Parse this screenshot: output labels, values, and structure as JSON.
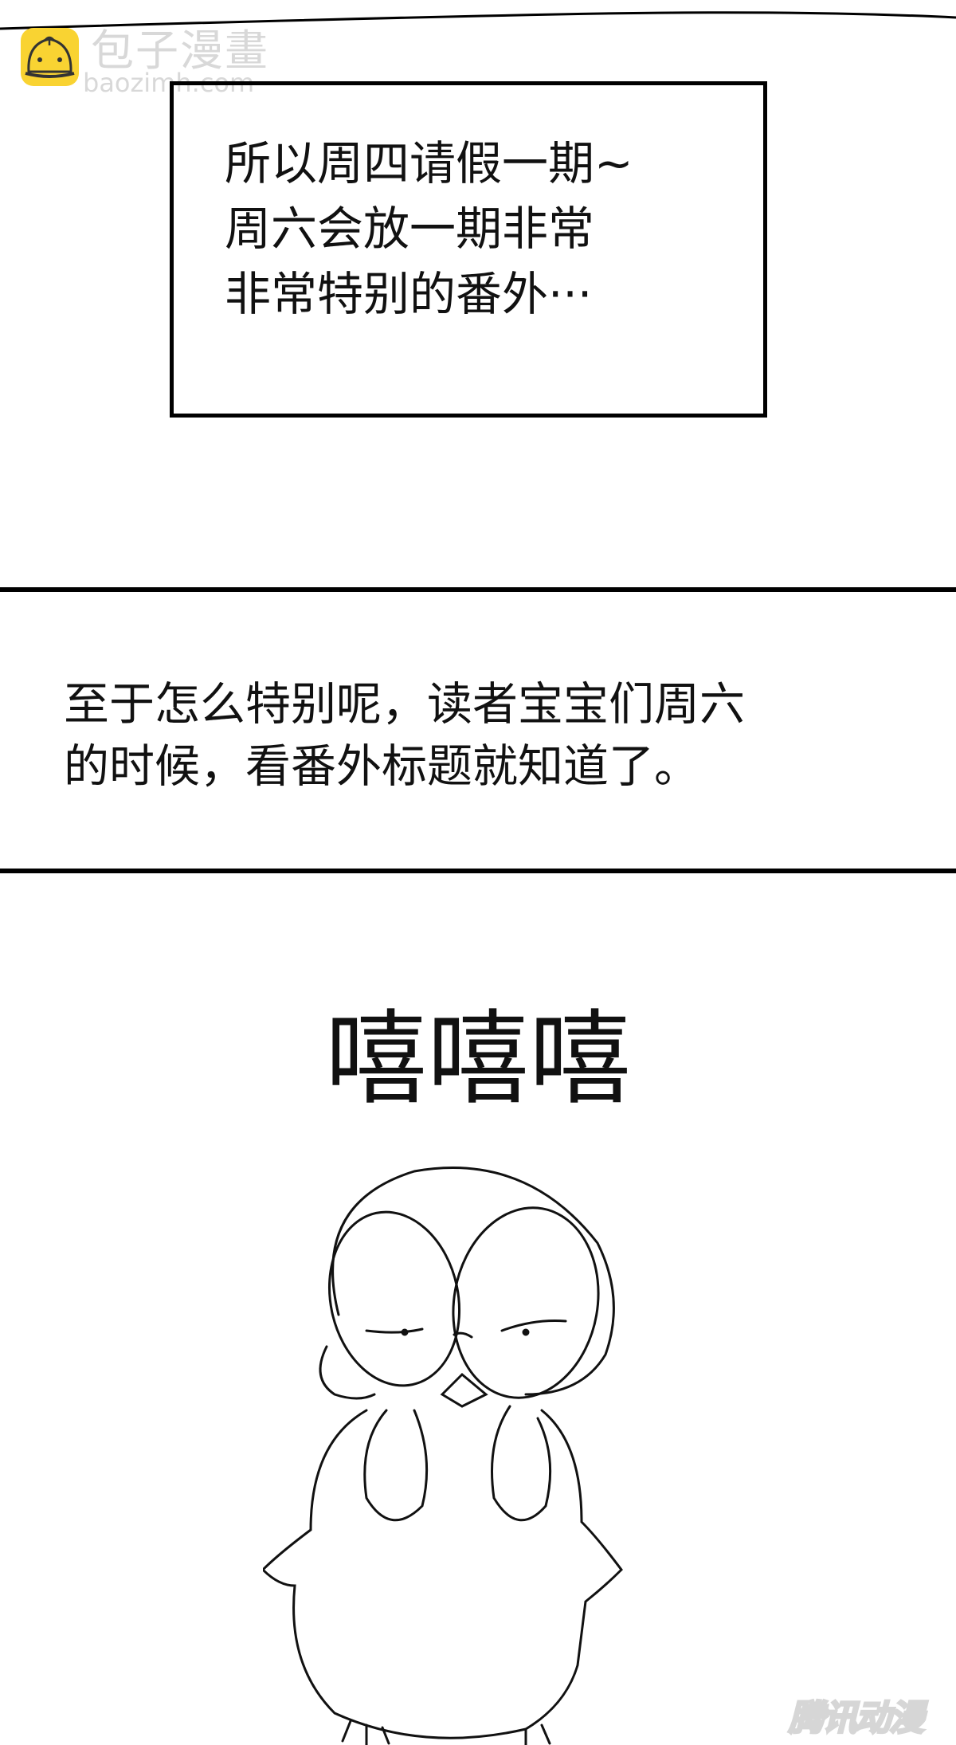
{
  "watermark": {
    "brand_cn": "包子漫畫",
    "brand_url": "baozimh.com",
    "logo_color": "#f9d332",
    "icon": "steamed-bun-icon"
  },
  "panel1": {
    "lines": [
      "所以周四请假一期~",
      "周六会放一期非常",
      "非常特别的番外···"
    ]
  },
  "panel2": {
    "lines": [
      "至于怎么特别呢，读者宝宝们周六",
      "的时候，看番外标题就知道了。"
    ]
  },
  "panel3": {
    "laugh": "嘻嘻嘻",
    "illustration": "penguin-character-drawing"
  },
  "footer_watermark": {
    "brand": "腾讯动漫"
  }
}
